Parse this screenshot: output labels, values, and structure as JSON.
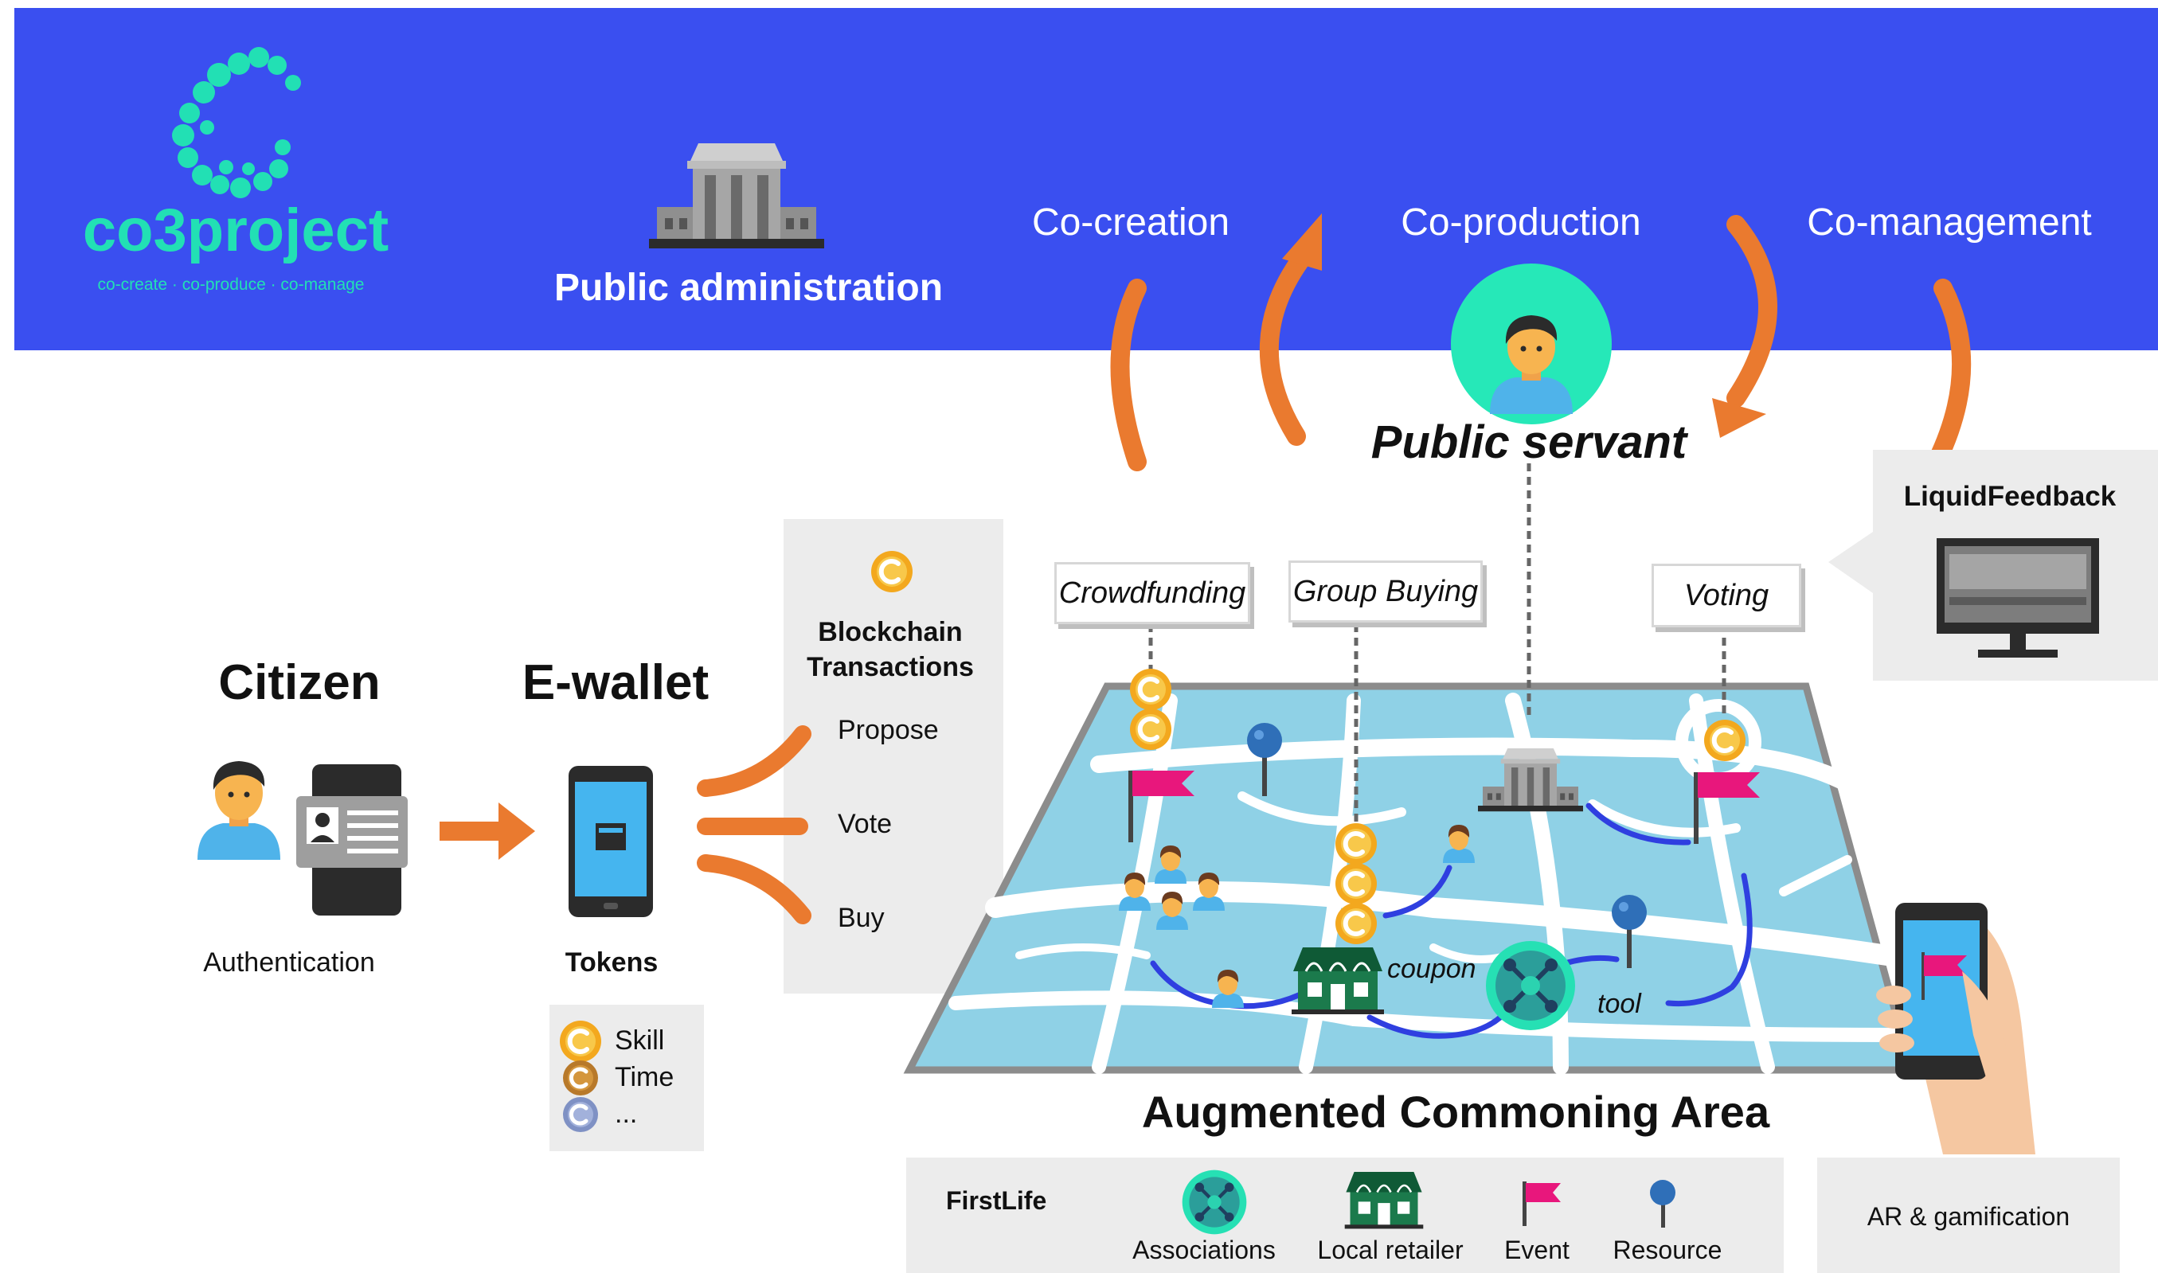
{
  "header": {
    "brand_name": "co3project",
    "brand_tagline": "co-create · co-produce · co-manage",
    "public_administration": "Public administration",
    "stages": [
      "Co-creation",
      "Co-production",
      "Co-management"
    ]
  },
  "public_servant": "Public servant",
  "liquid_feedback": "LiquidFeedback",
  "citizen": {
    "title": "Citizen",
    "caption": "Authentication"
  },
  "ewallet": {
    "title": "E-wallet",
    "caption": "Tokens"
  },
  "token_types": [
    "Skill",
    "Time",
    "..."
  ],
  "blockchain": {
    "title": "Blockchain Transactions",
    "actions": [
      "Propose",
      "Vote",
      "Buy"
    ]
  },
  "map": {
    "labels": [
      "Crowdfunding",
      "Group Buying",
      "Voting"
    ],
    "annotations": [
      "coupon",
      "tool"
    ]
  },
  "area_title": "Augmented Commoning Area",
  "firstlife": {
    "title": "FirstLife",
    "legend": [
      "Associations",
      "Local retailer",
      "Event",
      "Resource"
    ]
  },
  "ar_gamification": "AR & gamification",
  "colors": {
    "header_blue": "#3a4ff0",
    "brand_cyan": "#22e0b4",
    "arrow_orange": "#ea7a2f",
    "coin_orange": "#f0a820",
    "map_blue": "#8fd1e6",
    "route_blue": "#2f3fe0",
    "flag_pink": "#e8177c",
    "panel_gray": "#ececec"
  },
  "icons": [
    "government-building-icon",
    "person-icon",
    "id-card-icon",
    "smartphone-icon",
    "wallet-icon",
    "coin-icon",
    "flag-icon",
    "pin-icon",
    "shop-icon",
    "group-icon",
    "monitor-icon",
    "hand-phone-icon"
  ]
}
